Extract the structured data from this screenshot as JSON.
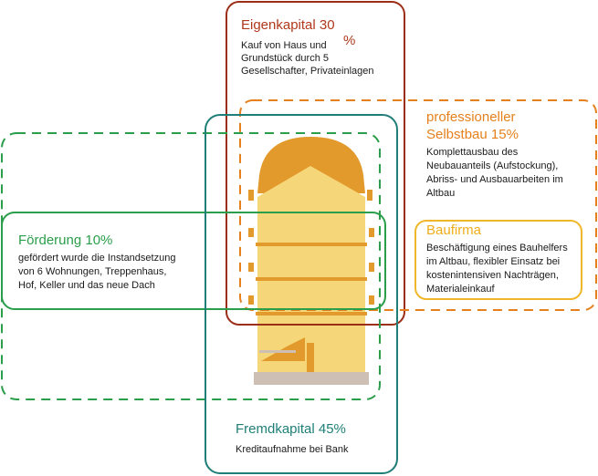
{
  "colors": {
    "eigenkapital": "#9c2d17",
    "selbstbau": "#e5801d",
    "baufirma": "#f0b72a",
    "foerderung": "#2a9e4a",
    "fremdkapital": "#1f7f78",
    "building_light": "#f5d77a",
    "building_dark": "#e39a2c",
    "building_base": "#cdbfb3"
  },
  "boxes": {
    "eigenkapital": {
      "title": "Eigenkapital 30",
      "title_suffix": "%",
      "text_lines": [
        "Kauf von Haus und",
        "Grundstück durch 5",
        "Gesellschafter, Privateinlagen"
      ]
    },
    "selbstbau": {
      "title_lines": [
        "professioneller",
        "Selbstbau 15%"
      ],
      "text_lines": [
        "Komplettausbau des",
        "Neubauanteils (Aufstockung),",
        "Abriss- und Ausbauarbeiten im",
        "Altbau"
      ]
    },
    "baufirma": {
      "title": "Baufirma",
      "text_lines": [
        "Beschäftigung eines Bauhelfers",
        "im Altbau, flexibler Einsatz bei",
        "kostenintensiven Nachträgen,",
        "Materialeinkauf"
      ]
    },
    "foerderung": {
      "title": "Förderung 10%",
      "text_lines": [
        "gefördert wurde die Instandsetzung",
        "von 6 Wohnungen, Treppenhaus,",
        "Hof, Keller und das neue Dach"
      ]
    },
    "fremdkapital": {
      "title": "Fremdkapital 45%",
      "text_lines": [
        "Kreditaufnahme bei Bank"
      ]
    }
  }
}
